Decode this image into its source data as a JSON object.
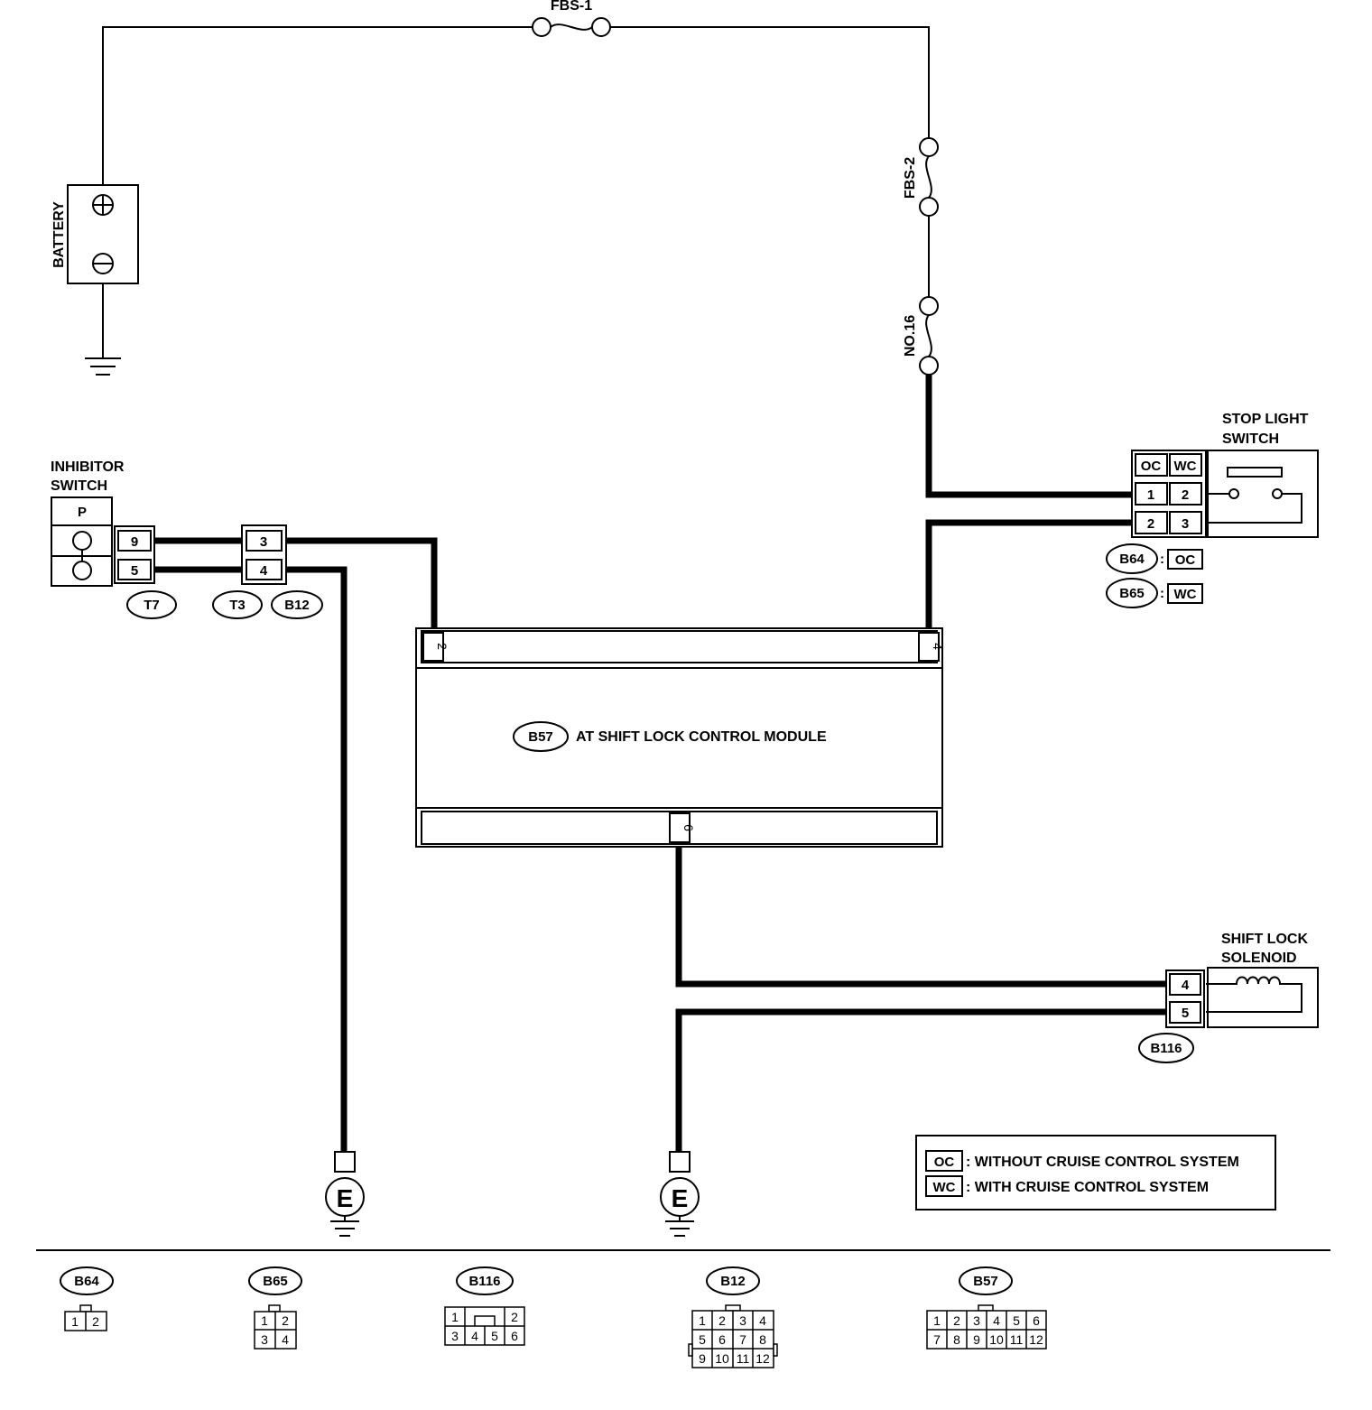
{
  "fuses": {
    "fbs1": "FBS-1",
    "fbs2": "FBS-2",
    "no16": "NO.16"
  },
  "battery": {
    "label": "BATTERY"
  },
  "inhibitor": {
    "label_line1": "INHIBITOR",
    "label_line2": "SWITCH",
    "p": "P",
    "pin_a": "9",
    "pin_b": "5",
    "conn": "T7"
  },
  "junction": {
    "pin_a": "3",
    "pin_b": "4",
    "conn_left": "T3",
    "conn_right": "B12"
  },
  "module": {
    "conn": "B57",
    "title": "AT SHIFT LOCK CONTROL MODULE",
    "pin_left": "2",
    "pin_right": "4",
    "pin_bottom": "6"
  },
  "stop_light": {
    "label_line1": "STOP LIGHT",
    "label_line2": "SWITCH",
    "col_oc": "OC",
    "col_wc": "WC",
    "row1_oc": "1",
    "row1_wc": "2",
    "row2_oc": "2",
    "row2_wc": "3",
    "conn_oc": "B64",
    "tag_oc": "OC",
    "conn_wc": "B65",
    "tag_wc": "WC"
  },
  "solenoid": {
    "label_line1": "SHIFT LOCK",
    "label_line2": "SOLENOID",
    "pin_a": "4",
    "pin_b": "5",
    "conn": "B116"
  },
  "ground": {
    "symbol": "E"
  },
  "legend": {
    "oc_code": "OC",
    "oc_text": ": WITHOUT CRUISE CONTROL SYSTEM",
    "wc_code": "WC",
    "wc_text": ": WITH CRUISE CONTROL SYSTEM"
  },
  "connector_views": [
    {
      "name": "B64",
      "pins": [
        "1",
        "2"
      ]
    },
    {
      "name": "B65",
      "pins": [
        "1",
        "2",
        "3",
        "4"
      ]
    },
    {
      "name": "B116",
      "pins": [
        "1",
        "2",
        "3",
        "4",
        "5",
        "6"
      ]
    },
    {
      "name": "B12",
      "pins": [
        "1",
        "2",
        "3",
        "4",
        "5",
        "6",
        "7",
        "8",
        "9",
        "10",
        "11",
        "12"
      ]
    },
    {
      "name": "B57",
      "pins": [
        "1",
        "2",
        "3",
        "4",
        "5",
        "6",
        "7",
        "8",
        "9",
        "10",
        "11",
        "12"
      ]
    }
  ]
}
